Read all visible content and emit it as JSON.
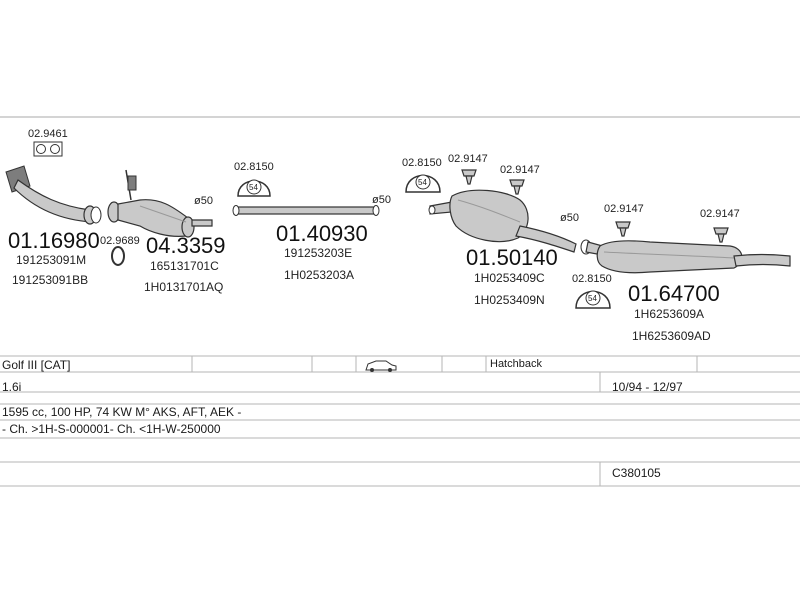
{
  "parts": {
    "clamp_top_ref": "02.9461",
    "front_pipe": {
      "number": "01.16980",
      "oe": [
        "191253091M",
        "191253091BB"
      ]
    },
    "gasket_ref": "02.9689",
    "catalyst": {
      "number": "04.3359",
      "oe": [
        "165131701C",
        "1H0131701AQ"
      ]
    },
    "hanger_left_ref": "02.8150",
    "hanger_left_label": "54",
    "dia_a": "ø50",
    "mid_pipe": {
      "number": "01.40930",
      "oe": [
        "191253203E",
        "1H0253203A"
      ]
    },
    "dia_b": "ø50",
    "hanger_mid_ref": "02.8150",
    "hanger_mid_label": "54",
    "clip_a_ref": "02.9147",
    "clip_b_ref": "02.9147",
    "center_box": {
      "number": "01.50140",
      "oe": [
        "1H0253409C",
        "1H0253409N"
      ]
    },
    "dia_c": "ø50",
    "clip_c_ref": "02.9147",
    "clip_d_ref": "02.9147",
    "hanger_right_ref": "02.8150",
    "hanger_right_label": "54",
    "rear_box": {
      "number": "01.64700",
      "oe": [
        "1H6253609A",
        "1H6253609AD"
      ]
    }
  },
  "info": {
    "model": "Golf III  [CAT]",
    "body": "Hatchback",
    "engine": "1.6i",
    "years": "10/94 - 12/97",
    "spec": "1595 cc, 100 HP, 74 KW M° AKS, AFT, AEK -",
    "chassis": "- Ch. >1H-S-000001- Ch. <1H-W-250000",
    "code": "C380105"
  }
}
